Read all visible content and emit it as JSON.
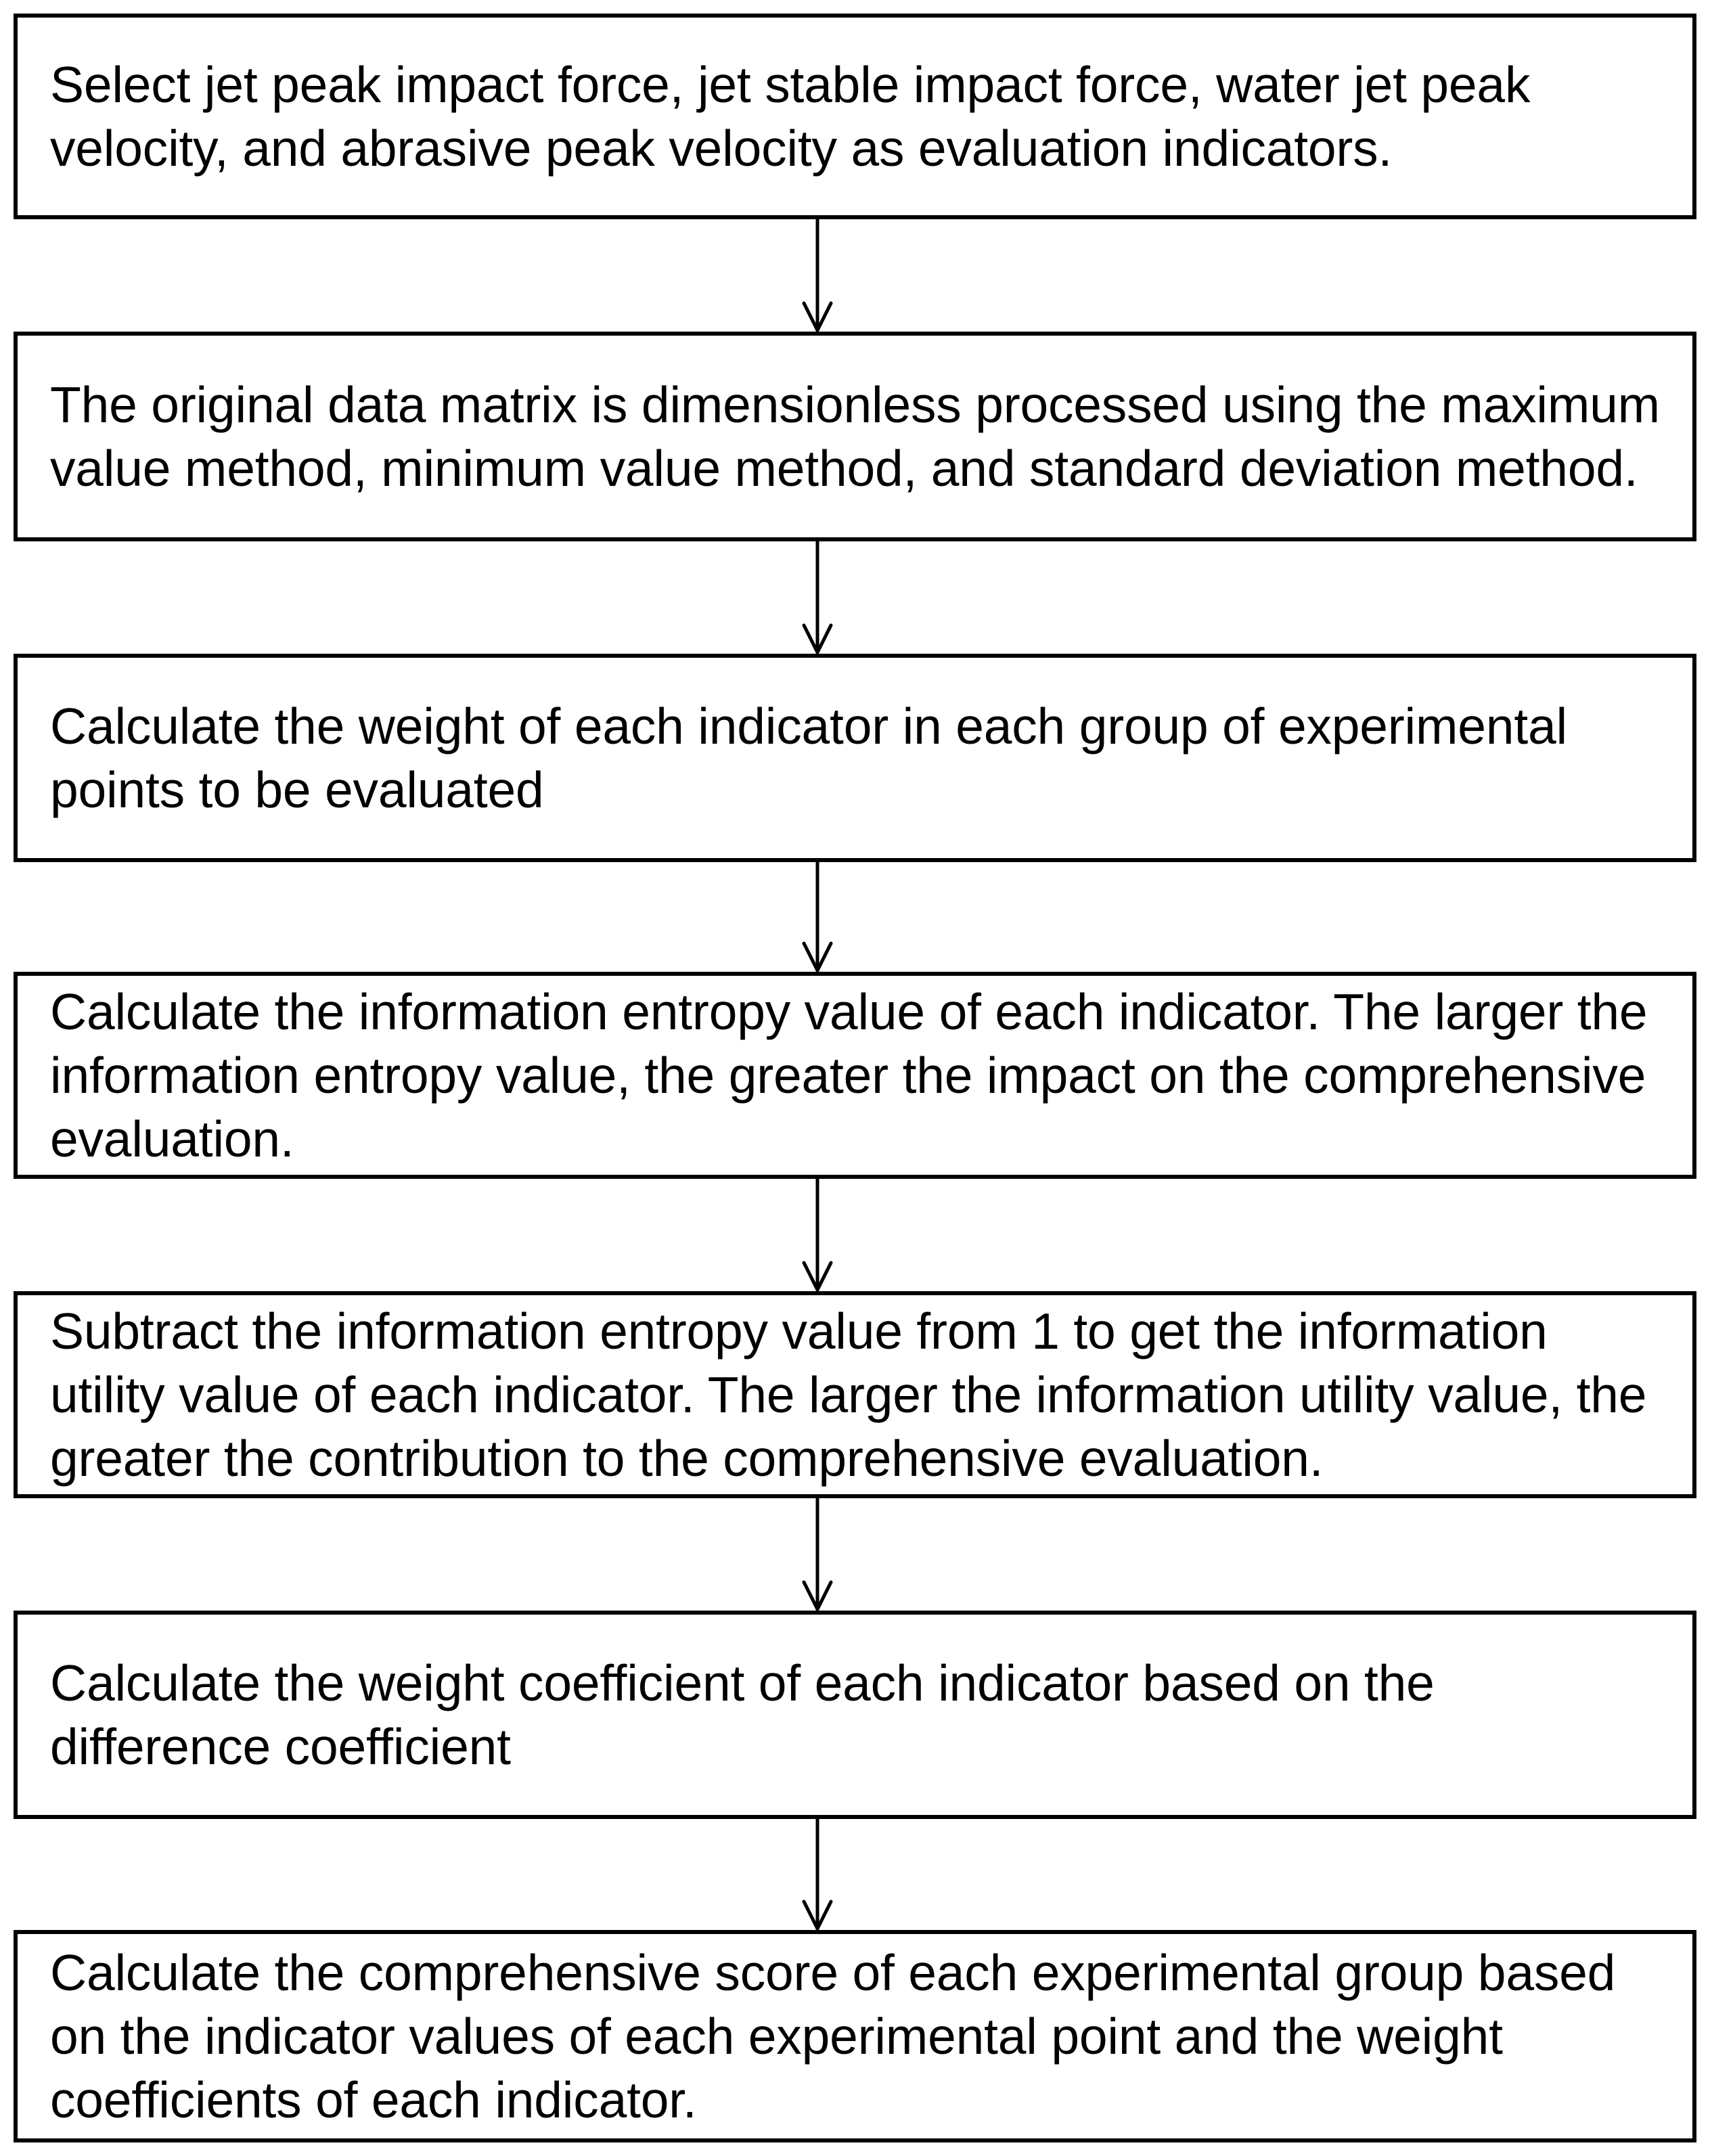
{
  "flowchart": {
    "steps": [
      {
        "text": "Select jet peak impact force, jet stable impact force, water jet peak velocity, and abrasive peak velocity as evaluation indicators."
      },
      {
        "text": "The original data matrix is dimensionless processed using the maximum value method, minimum value method, and standard deviation method."
      },
      {
        "text": "Calculate the weight of each indicator in each group of experimental points to be evaluated"
      },
      {
        "text": "Calculate the information entropy value of each indicator. The larger the information entropy value, the greater the impact on the comprehensive evaluation."
      },
      {
        "text": "Subtract the information entropy value from 1 to get the information utility value of each indicator. The larger the information utility value, the greater the contribution to the comprehensive evaluation."
      },
      {
        "text": "Calculate the weight coefficient of each indicator based on the difference coefficient"
      },
      {
        "text": "Calculate the comprehensive score of each experimental group based on the indicator values of each experimental point and the weight coefficients of each indicator."
      }
    ],
    "line_color": "#000000",
    "box_fill": "#ffffff"
  }
}
